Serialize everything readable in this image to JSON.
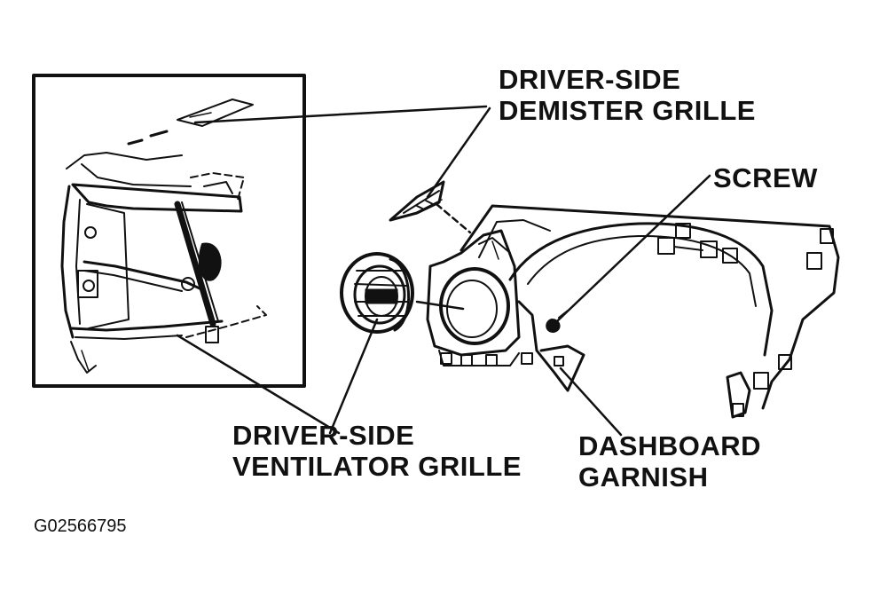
{
  "labels": {
    "demister": [
      "DRIVER-SIDE",
      "DEMISTER GRILLE"
    ],
    "screw": "SCREW",
    "ventilator": [
      "DRIVER-SIDE",
      "VENTILATOR GRILLE"
    ],
    "garnish": [
      "DASHBOARD",
      "GARNISH"
    ]
  },
  "figure_code": "G02566795",
  "colors": {
    "ink": "#111111",
    "background": "#ffffff"
  }
}
